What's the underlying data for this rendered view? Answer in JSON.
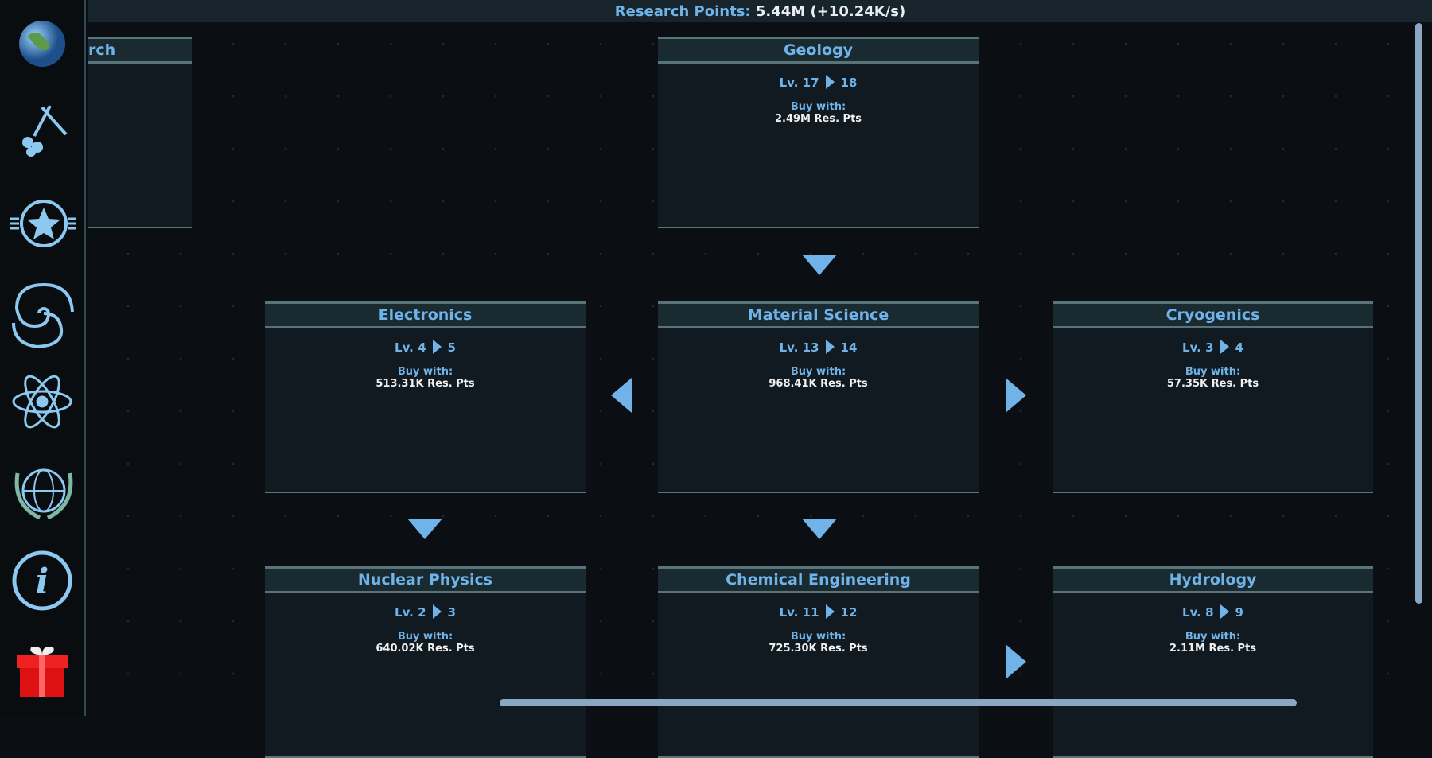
{
  "header": {
    "label": "Research Points:",
    "value": "5.44M (+10.24K/s)"
  },
  "partial_card": {
    "title": "rch"
  },
  "cards": [
    {
      "title": "Geology",
      "lv_from": "Lv. 17",
      "lv_to": "18",
      "buy": "Buy with:",
      "cost": "2.49M Res. Pts"
    },
    {
      "title": "Electronics",
      "lv_from": "Lv. 4",
      "lv_to": "5",
      "buy": "Buy with:",
      "cost": "513.31K Res. Pts"
    },
    {
      "title": "Material Science",
      "lv_from": "Lv. 13",
      "lv_to": "14",
      "buy": "Buy with:",
      "cost": "968.41K Res. Pts"
    },
    {
      "title": "Cryogenics",
      "lv_from": "Lv. 3",
      "lv_to": "4",
      "buy": "Buy with:",
      "cost": "57.35K Res. Pts"
    },
    {
      "title": "Nuclear Physics",
      "lv_from": "Lv. 2",
      "lv_to": "3",
      "buy": "Buy with:",
      "cost": "640.02K Res. Pts"
    },
    {
      "title": "Chemical Engineering",
      "lv_from": "Lv. 11",
      "lv_to": "12",
      "buy": "Buy with:",
      "cost": "725.30K Res. Pts"
    },
    {
      "title": "Hydrology",
      "lv_from": "Lv. 8",
      "lv_to": "9",
      "buy": "Buy with:",
      "cost": "2.11M Res. Pts"
    }
  ],
  "sidebar": [
    "planet-icon",
    "pickaxe-icon",
    "star-badge-icon",
    "galaxy-icon",
    "atom-icon",
    "un-globe-icon",
    "info-icon",
    "gift-icon"
  ]
}
